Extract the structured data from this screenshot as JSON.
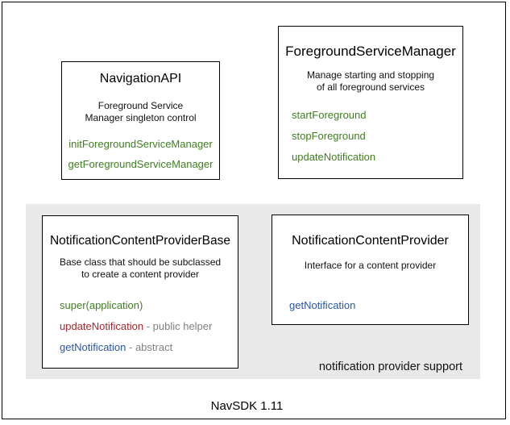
{
  "colors": {
    "method_green": "#3f7e20",
    "method_red": "#a8252b",
    "method_blue": "#2a55a8",
    "muted_gray": "#808080",
    "panel_gray": "#e9e9e9"
  },
  "boxes": {
    "navigation_api": {
      "title": "NavigationAPI",
      "description": [
        "Foreground Service",
        "Manager singleton control"
      ],
      "methods": [
        {
          "label": "initForegroundServiceManager",
          "color": "green",
          "suffix": ""
        },
        {
          "label": "getForegroundServiceManager",
          "color": "green",
          "suffix": ""
        }
      ]
    },
    "foreground_service_manager": {
      "title": "ForegroundServiceManager",
      "description": [
        "Manage starting and stopping",
        "of all foreground services"
      ],
      "methods": [
        {
          "label": "startForeground",
          "color": "green",
          "suffix": ""
        },
        {
          "label": "stopForeground",
          "color": "green",
          "suffix": ""
        },
        {
          "label": "updateNotification",
          "color": "green",
          "suffix": ""
        }
      ]
    },
    "notification_content_provider_base": {
      "title": "NotificationContentProviderBase",
      "description": [
        "Base class that should be subclassed",
        "to create a content provider"
      ],
      "methods": [
        {
          "label": "super(application)",
          "color": "green",
          "suffix": ""
        },
        {
          "label": "updateNotification",
          "color": "red",
          "suffix": " - public helper"
        },
        {
          "label": "getNotification",
          "color": "blue",
          "suffix": " - abstract"
        }
      ]
    },
    "notification_content_provider": {
      "title": "NotificationContentProvider",
      "description": [
        "Interface for a content provider"
      ],
      "methods": [
        {
          "label": "getNotification",
          "color": "blue",
          "suffix": ""
        }
      ]
    }
  },
  "panel": {
    "caption": "notification provider support"
  },
  "footer": {
    "label": "NavSDK 1.11"
  }
}
